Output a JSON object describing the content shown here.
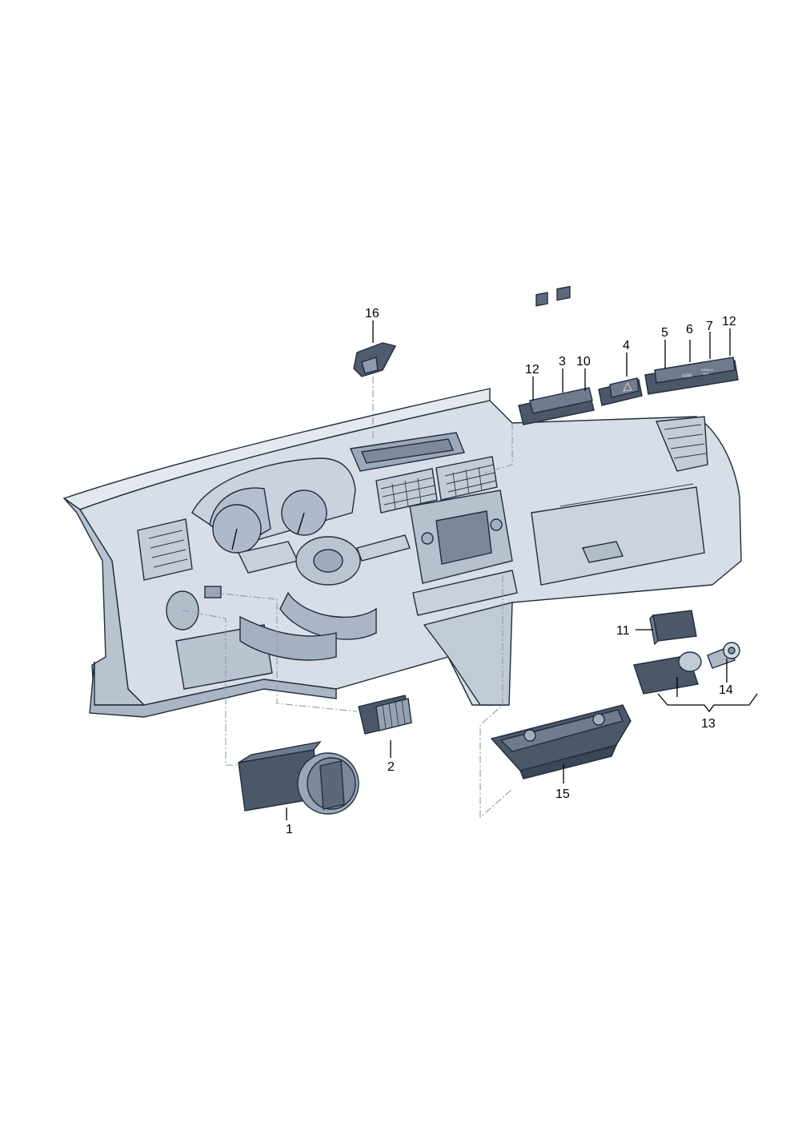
{
  "callouts": [
    {
      "id": "1",
      "text": "1"
    },
    {
      "id": "2",
      "text": "2"
    },
    {
      "id": "3",
      "text": "3"
    },
    {
      "id": "4",
      "text": "4"
    },
    {
      "id": "5",
      "text": "5"
    },
    {
      "id": "6",
      "text": "6"
    },
    {
      "id": "7",
      "text": "7"
    },
    {
      "id": "10",
      "text": "10"
    },
    {
      "id": "11",
      "text": "11"
    },
    {
      "id": "12a",
      "text": "12"
    },
    {
      "id": "12b",
      "text": "12"
    },
    {
      "id": "13",
      "text": "13"
    },
    {
      "id": "14",
      "text": "14"
    },
    {
      "id": "15",
      "text": "15"
    },
    {
      "id": "16",
      "text": "16"
    }
  ],
  "switch_labels": {
    "asr": "ASR",
    "airbag_line1": "AIRBAG",
    "airbag_line2": "OFF"
  },
  "colors": {
    "dash_fill": "#d7dee7",
    "dash_shade": "#b8c3d0",
    "dash_dark": "#8f9db0",
    "part_dark": "#4b5868",
    "part_mid": "#7d8a9a",
    "leader_dashed": "#8a9aae"
  }
}
